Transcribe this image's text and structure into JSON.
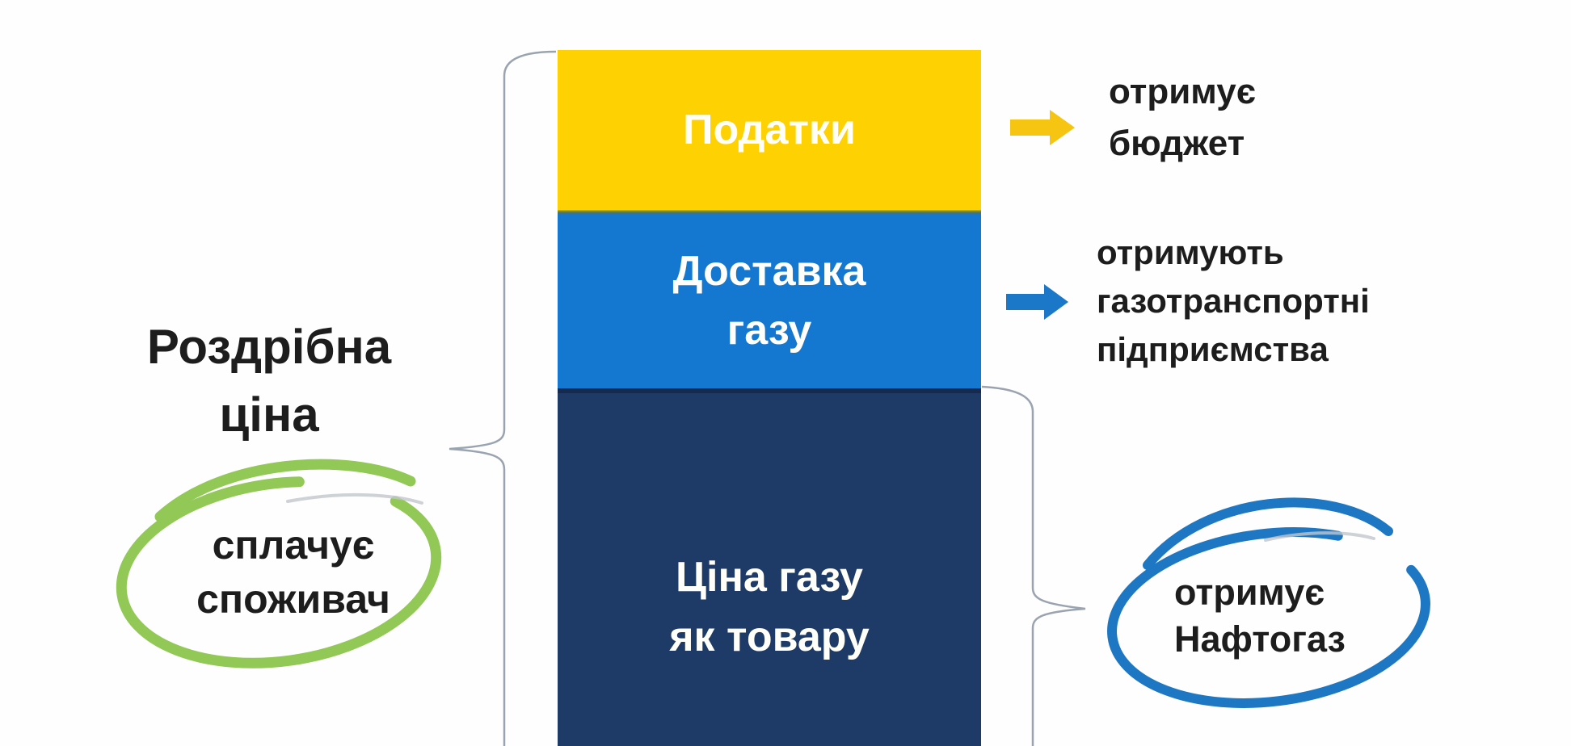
{
  "bar": {
    "segments": [
      {
        "id": "taxes",
        "label": "Податки"
      },
      {
        "id": "delivery",
        "label": "Доставка\nгазу"
      },
      {
        "id": "commodity",
        "label": "Ціна газу\nяк товару"
      }
    ]
  },
  "left": {
    "title": "Роздрібна\nціна",
    "circle_note": "сплачує\nспоживач"
  },
  "right": {
    "taxes_note": "отримує\nбюджет",
    "delivery_note": "отримують\nгазотранспортні\nпідприємства",
    "commodity_note": "отримує\nНафтогаз"
  },
  "colors": {
    "taxes_yellow": "#fed103",
    "delivery_blue": "#1478d0",
    "commodity_navy": "#1e3a66",
    "arrow_yellow": "#f5c511",
    "arrow_blue": "#1b77c8",
    "circle_green": "#92c855",
    "circle_blue": "#1d77c2",
    "brace_gray": "#9aa3b0",
    "smudge_gray": "#c2c6cc",
    "text_black": "#1d1d1d",
    "text_white": "#ffffff"
  }
}
